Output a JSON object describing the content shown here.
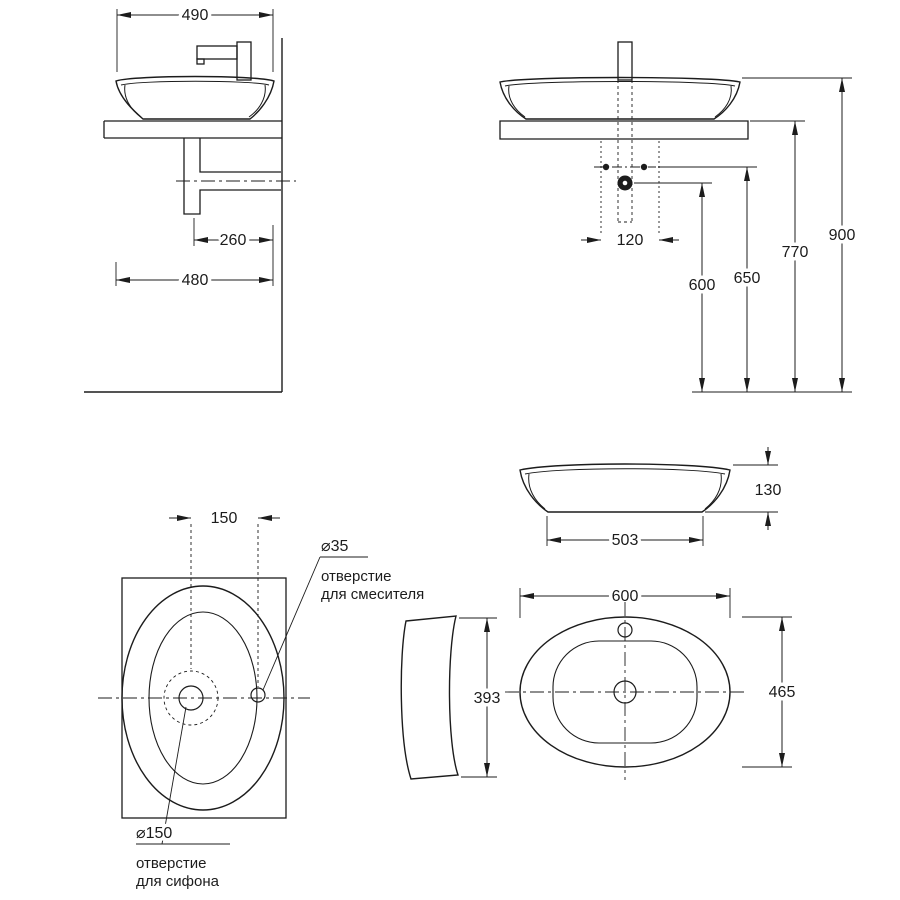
{
  "drawing": {
    "colors": {
      "line": "#1c1c1c",
      "background": "#ffffff"
    },
    "side_view": {
      "overall_width": "490",
      "drain_offset": "260",
      "overall_depth": "480"
    },
    "front_view": {
      "hole_spacing": "120",
      "drain_height": "600",
      "fixing_height": "650",
      "counter_height": "770",
      "overall_height": "900"
    },
    "plan_view": {
      "hole_offset": "150",
      "mixer_hole": {
        "diameter": "⌀35",
        "caption_line1": "отверстие",
        "caption_line2": "для смесителя"
      },
      "siphon_hole": {
        "diameter": "⌀150",
        "caption_line1": "отверстие",
        "caption_line2": "для сифона"
      }
    },
    "profile_view": {
      "depth": "393"
    },
    "basin_front_view": {
      "height": "130",
      "base_width": "503"
    },
    "basin_plan_view": {
      "width": "600",
      "depth": "465"
    }
  }
}
